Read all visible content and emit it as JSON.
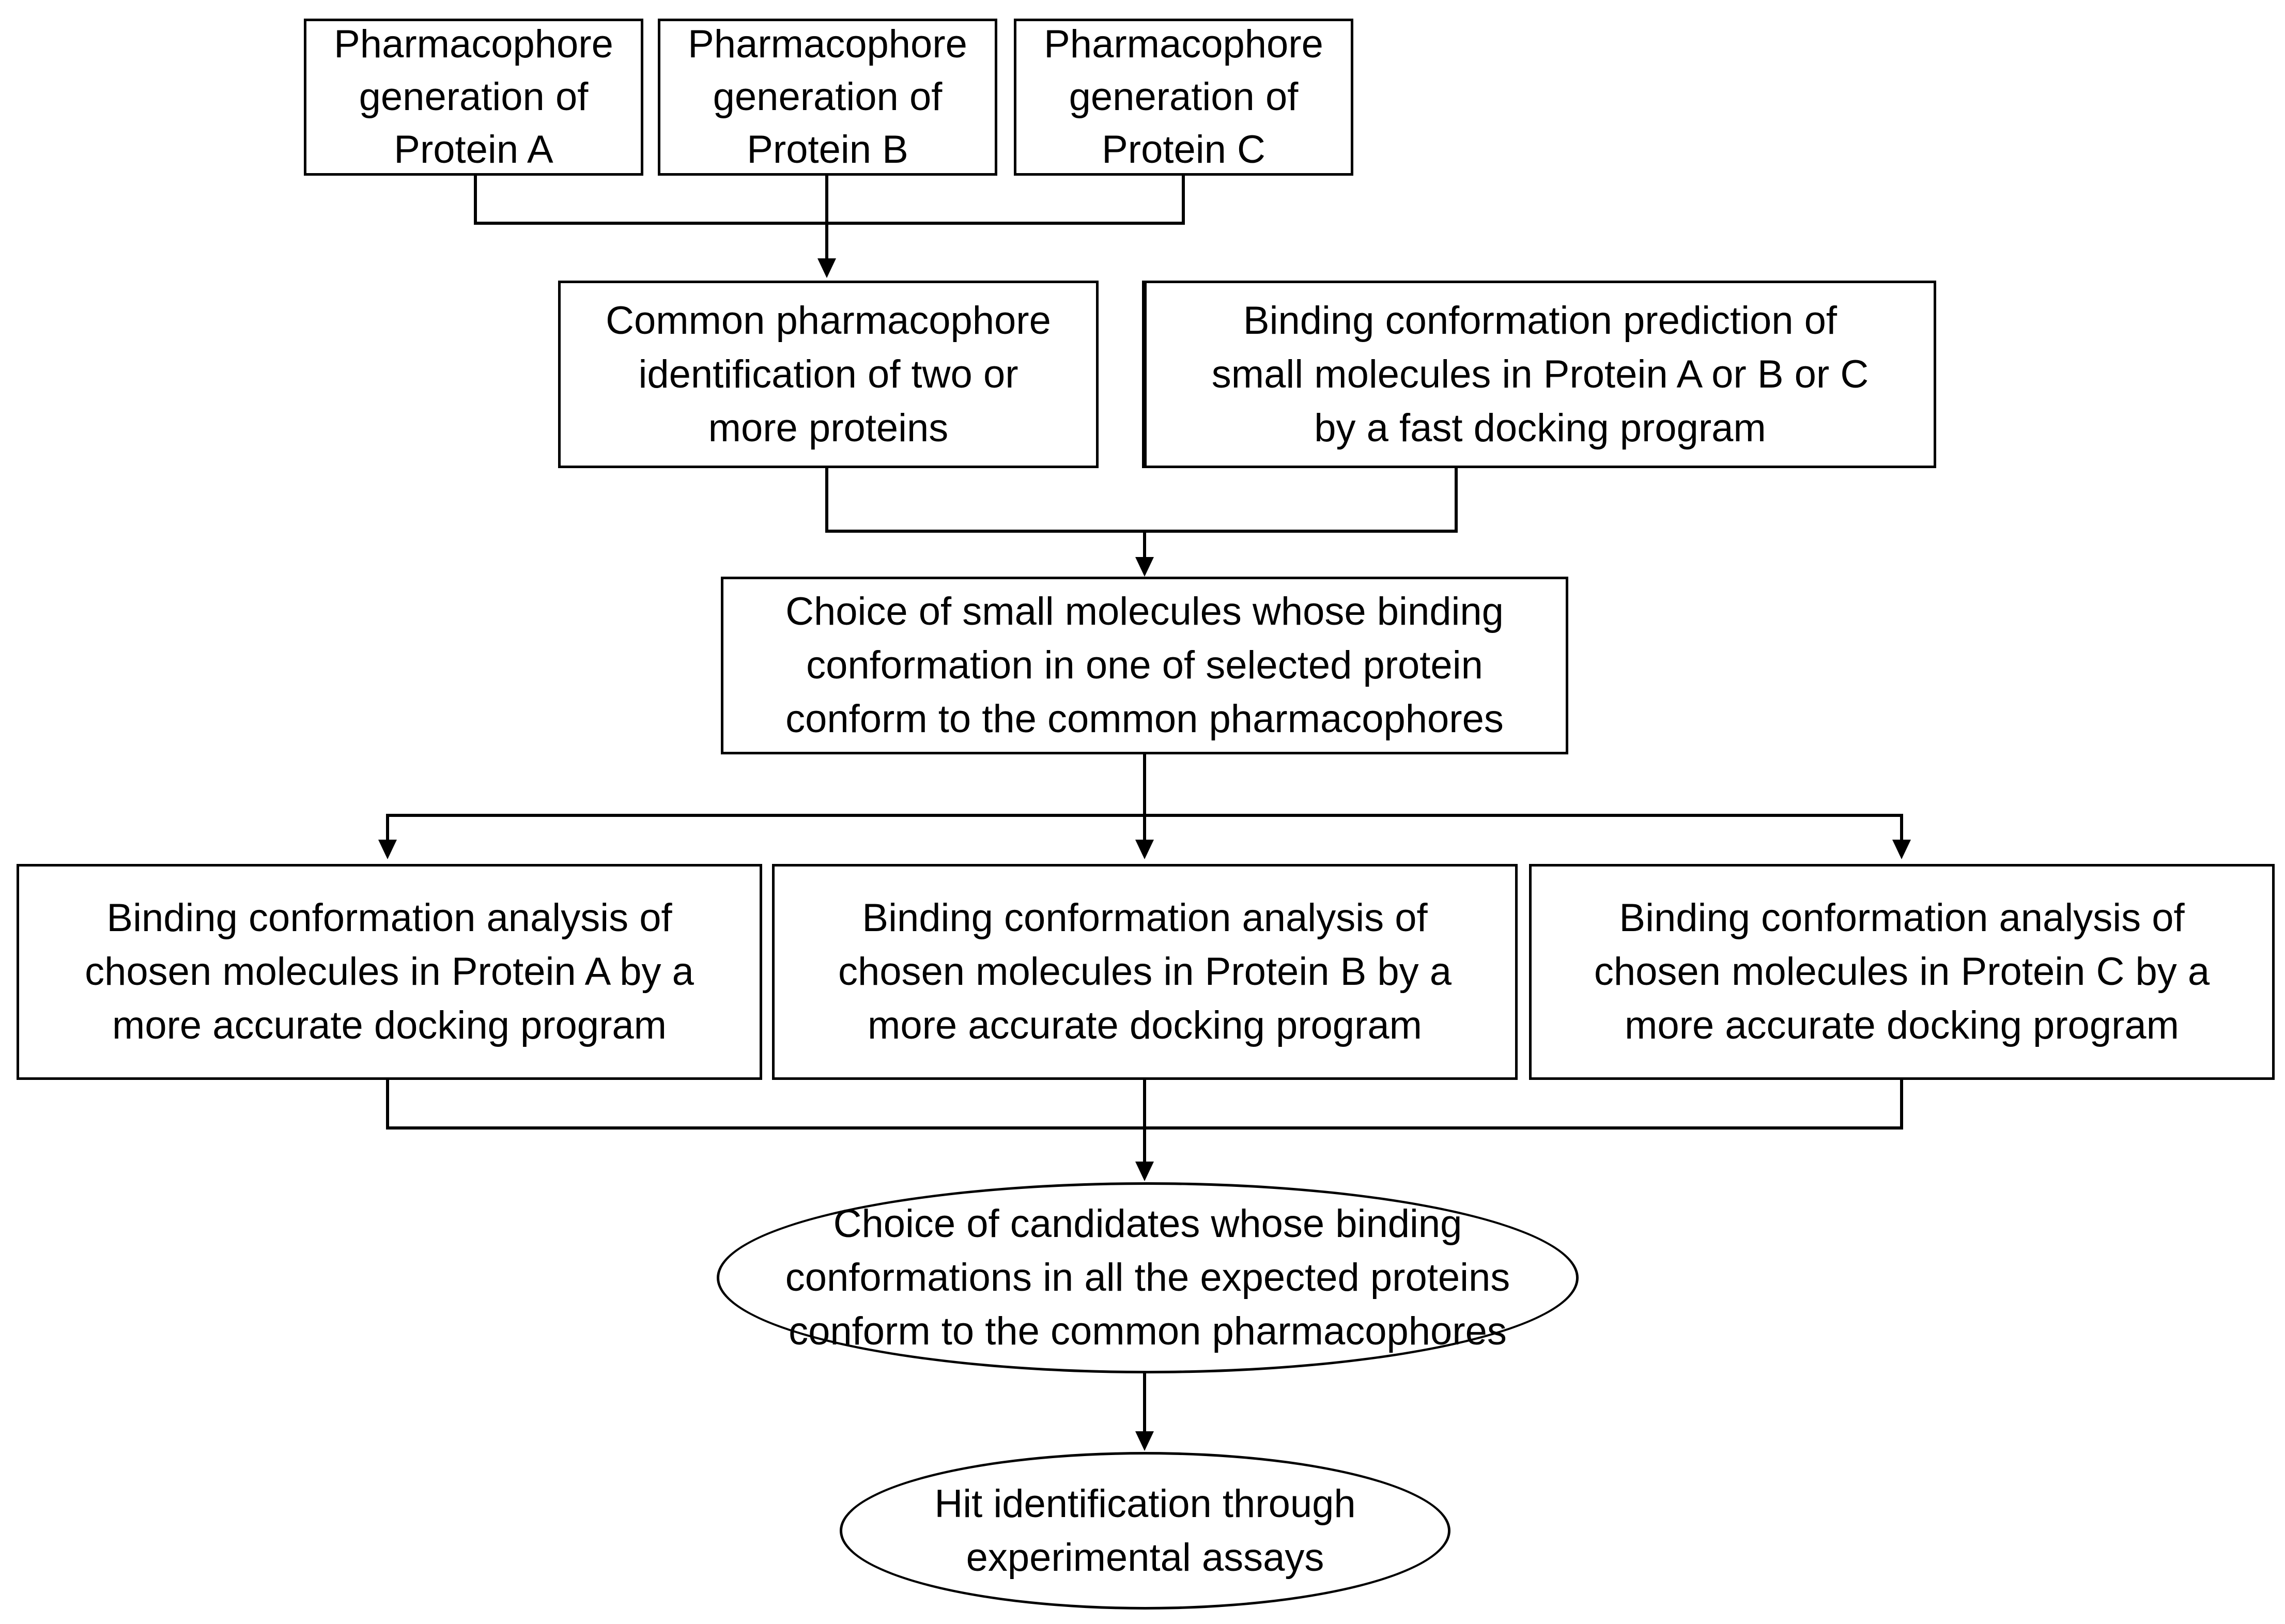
{
  "diagram": {
    "nodes": {
      "pharm_a": "Pharmacophore\ngeneration of\nProtein A",
      "pharm_b": "Pharmacophore\ngeneration of\nProtein B",
      "pharm_c": "Pharmacophore\ngeneration of\nProtein C",
      "common": "Common pharmacophore\nidentification of two or\nmore proteins",
      "fast_dock": "Binding conformation prediction  of\nsmall molecules in Protein A or B or C\nby a fast docking program",
      "choice_small": "Choice of small molecules whose binding\nconformation in one of selected protein\nconform to the common pharmacophores",
      "analysis_a": "Binding conformation analysis  of\nchosen molecules in Protein A  by a\nmore accurate docking program",
      "analysis_b": "Binding conformation analysis  of\nchosen molecules in Protein B  by a\nmore accurate docking program",
      "analysis_c": "Binding conformation analysis  of\nchosen molecules in Protein C  by a\nmore accurate docking program",
      "choice_candidates": "Choice of candidates whose binding\nconformations in all the expected proteins\nconform to the common pharmacophores",
      "hit": "Hit identification through\nexperimental assays"
    },
    "edges": [
      [
        "pharm_a",
        "common"
      ],
      [
        "pharm_b",
        "common"
      ],
      [
        "pharm_c",
        "common"
      ],
      [
        "common",
        "choice_small"
      ],
      [
        "fast_dock",
        "choice_small"
      ],
      [
        "choice_small",
        "analysis_a"
      ],
      [
        "choice_small",
        "analysis_b"
      ],
      [
        "choice_small",
        "analysis_c"
      ],
      [
        "analysis_a",
        "choice_candidates"
      ],
      [
        "analysis_b",
        "choice_candidates"
      ],
      [
        "analysis_c",
        "choice_candidates"
      ],
      [
        "choice_candidates",
        "hit"
      ]
    ],
    "colors": {
      "line": "#000000",
      "box_fill": "#ffffff",
      "text": "#000000"
    }
  }
}
